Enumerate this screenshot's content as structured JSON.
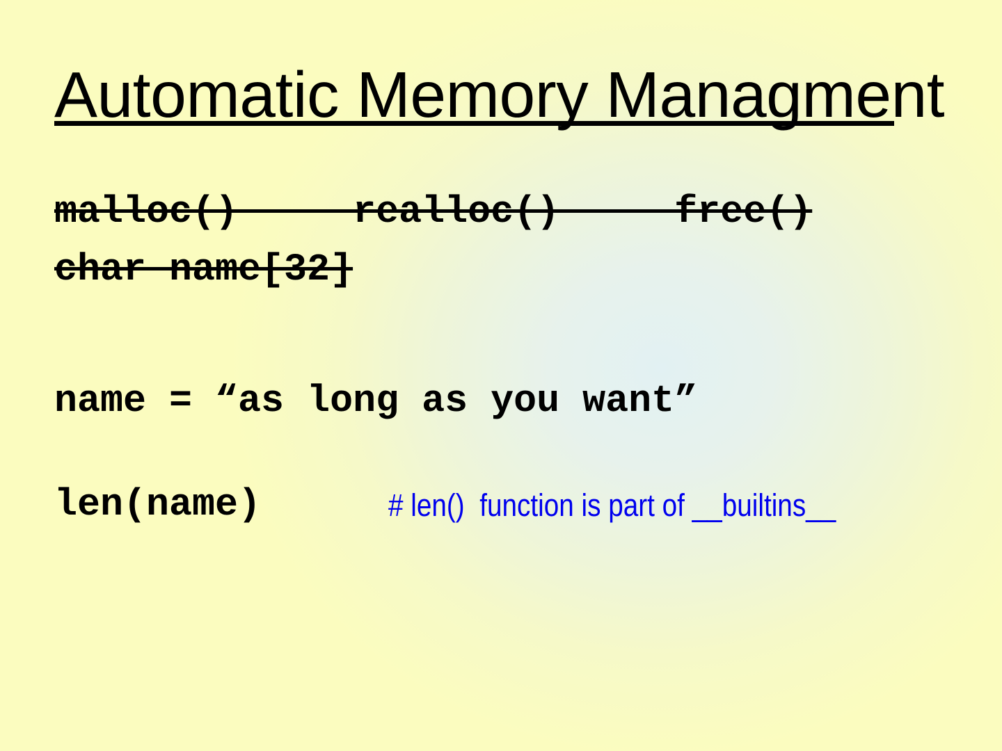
{
  "slide": {
    "title": "Automatic Memory Managment",
    "background_color_yellow": "#fcfcbe",
    "background_color_glow": "#e2f1f3",
    "text_color": "#000000",
    "comment_color": "#0000ee",
    "code_lines": [
      {
        "id": "malloc-line",
        "text": "malloc()     realloc()     free()",
        "struck_through": true
      },
      {
        "id": "char-array-line",
        "text": "char name[32]",
        "struck_through": true
      },
      {
        "id": "assignment-line",
        "text": "name = “as long as you want”",
        "struck_through": false
      },
      {
        "id": "len-call-line",
        "text": "len(name)",
        "struck_through": false
      }
    ],
    "comment": "# len()  function is part of __builtins__"
  }
}
